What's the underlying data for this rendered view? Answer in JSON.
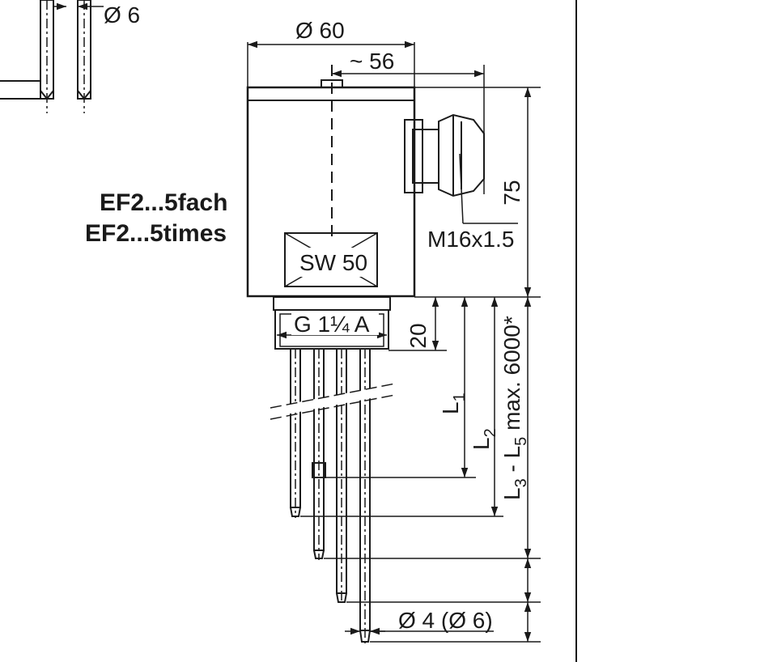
{
  "labels": {
    "dia_top": "Ø 6",
    "dia_60": "Ø 60",
    "dim_56": "~ 56",
    "dim_75": "75",
    "model_de": "EF2...5fach",
    "model_en": "EF2...5times",
    "thread_m16": "M16x1.5",
    "sw": "SW 50",
    "thread_g": "G 1¼ A",
    "dim_20": "20",
    "l1_main": "L",
    "l1_sub": "1",
    "l2_main": "L",
    "l2_sub": "2",
    "l3_main": "L",
    "l3_sub": "3",
    "l3_dash": " - L",
    "l5_sub": "5",
    "l3_max": " max. 6000*",
    "dia_4": "Ø 4 (Ø 6)"
  }
}
